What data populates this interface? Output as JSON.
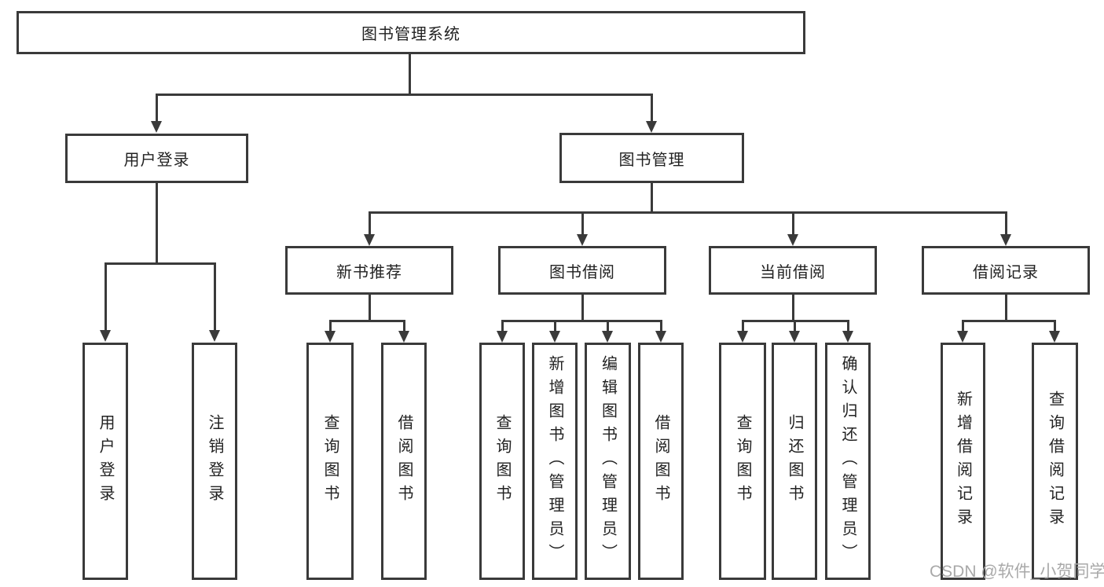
{
  "diagram": {
    "root": {
      "label": "图书管理系统"
    },
    "user_branch": {
      "label": "用户登录",
      "children": [
        {
          "label": "用户登录"
        },
        {
          "label": "注销登录"
        }
      ]
    },
    "book_branch": {
      "label": "图书管理",
      "groups": [
        {
          "label": "新书推荐",
          "children": [
            {
              "label": "查询图书"
            },
            {
              "label": "借阅图书"
            }
          ]
        },
        {
          "label": "图书借阅",
          "children": [
            {
              "label": "查询图书"
            },
            {
              "label": "新增图书（管理员）"
            },
            {
              "label": "编辑图书（管理员）"
            },
            {
              "label": "借阅图书"
            }
          ]
        },
        {
          "label": "当前借阅",
          "children": [
            {
              "label": "查询图书"
            },
            {
              "label": "归还图书"
            },
            {
              "label": "确认归还（管理员）"
            }
          ]
        },
        {
          "label": "借阅记录",
          "children": [
            {
              "label": "新增借阅记录"
            },
            {
              "label": "查询借阅记录"
            }
          ]
        }
      ]
    }
  },
  "watermark": "CSDN @软件_小贺同学",
  "colors": {
    "line": "#3a3a3a",
    "text": "#222222",
    "watermark": "#a9a9a9",
    "background": "#ffffff"
  }
}
